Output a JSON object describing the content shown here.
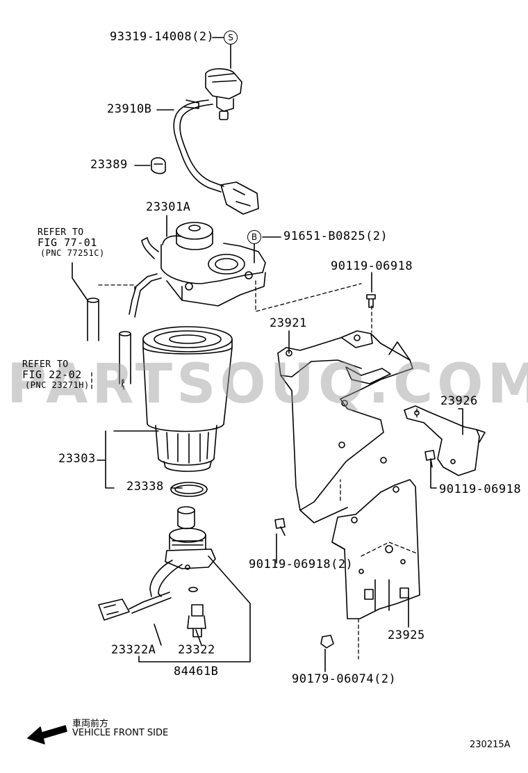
{
  "diagram": {
    "parts": {
      "p_93319": "93319-14008(2)",
      "p_23910B": "23910B",
      "p_23389": "23389",
      "p_23301A": "23301A",
      "p_91651": "91651-B0825(2)",
      "p_90119_top": "90119-06918",
      "p_23921": "23921",
      "p_23926": "23926",
      "p_90119_right": "90119-06918",
      "p_23303": "23303",
      "p_23338": "23338",
      "p_90119_left": "90119-06918(2)",
      "p_23925": "23925",
      "p_23322A": "23322A",
      "p_23322": "23322",
      "p_84461B": "84461B",
      "p_90179": "90179-06074(2)"
    },
    "badges": {
      "s": "S",
      "b": "B"
    },
    "refer1": {
      "line1": "REFER TO",
      "line2": "FIG 77-01",
      "line3": "(PNC 77251C)"
    },
    "refer2": {
      "line1": "REFER TO",
      "line2": "FIG 22-02",
      "line3": "(PNC 23271H)"
    },
    "direction": {
      "japanese": "車両前方",
      "english": "VEHICLE FRONT SIDE"
    },
    "figure_id": "230215A",
    "watermark": "PARTSOUQ.COM"
  }
}
